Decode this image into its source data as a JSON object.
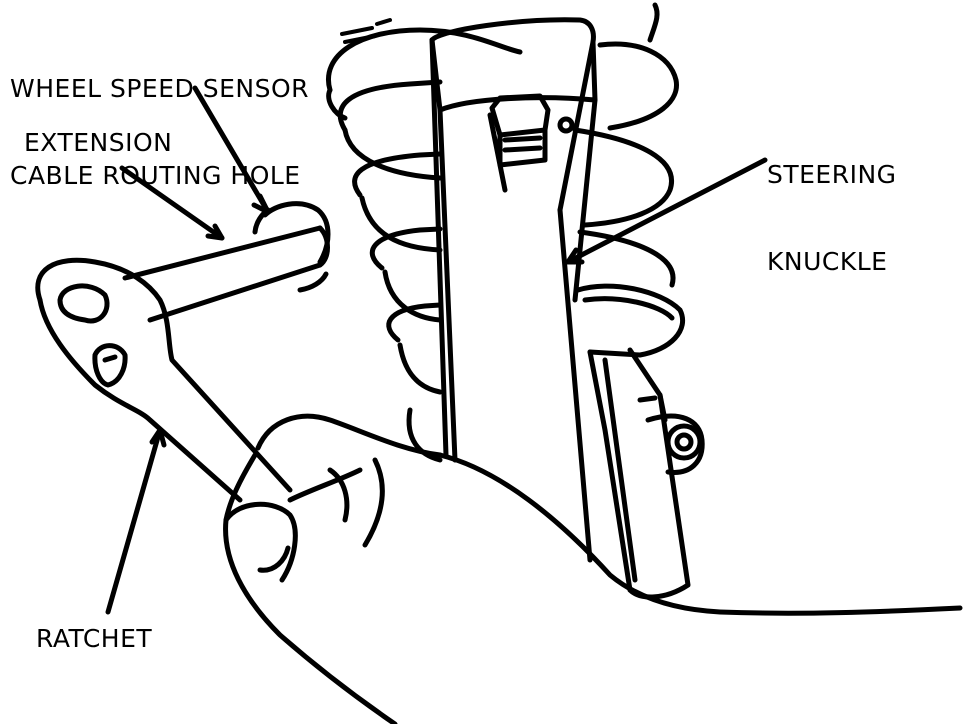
{
  "labels": {
    "wheel_speed_sensor_line1": "WHEEL SPEED SENSOR",
    "wheel_speed_sensor_line2": "CABLE ROUTING HOLE",
    "extension": "EXTENSION",
    "steering_knuckle_line1": "STEERING",
    "steering_knuckle_line2": "KNUCKLE",
    "ratchet": "RATCHET"
  },
  "colors": {
    "line": "#000000",
    "background": "#ffffff"
  }
}
